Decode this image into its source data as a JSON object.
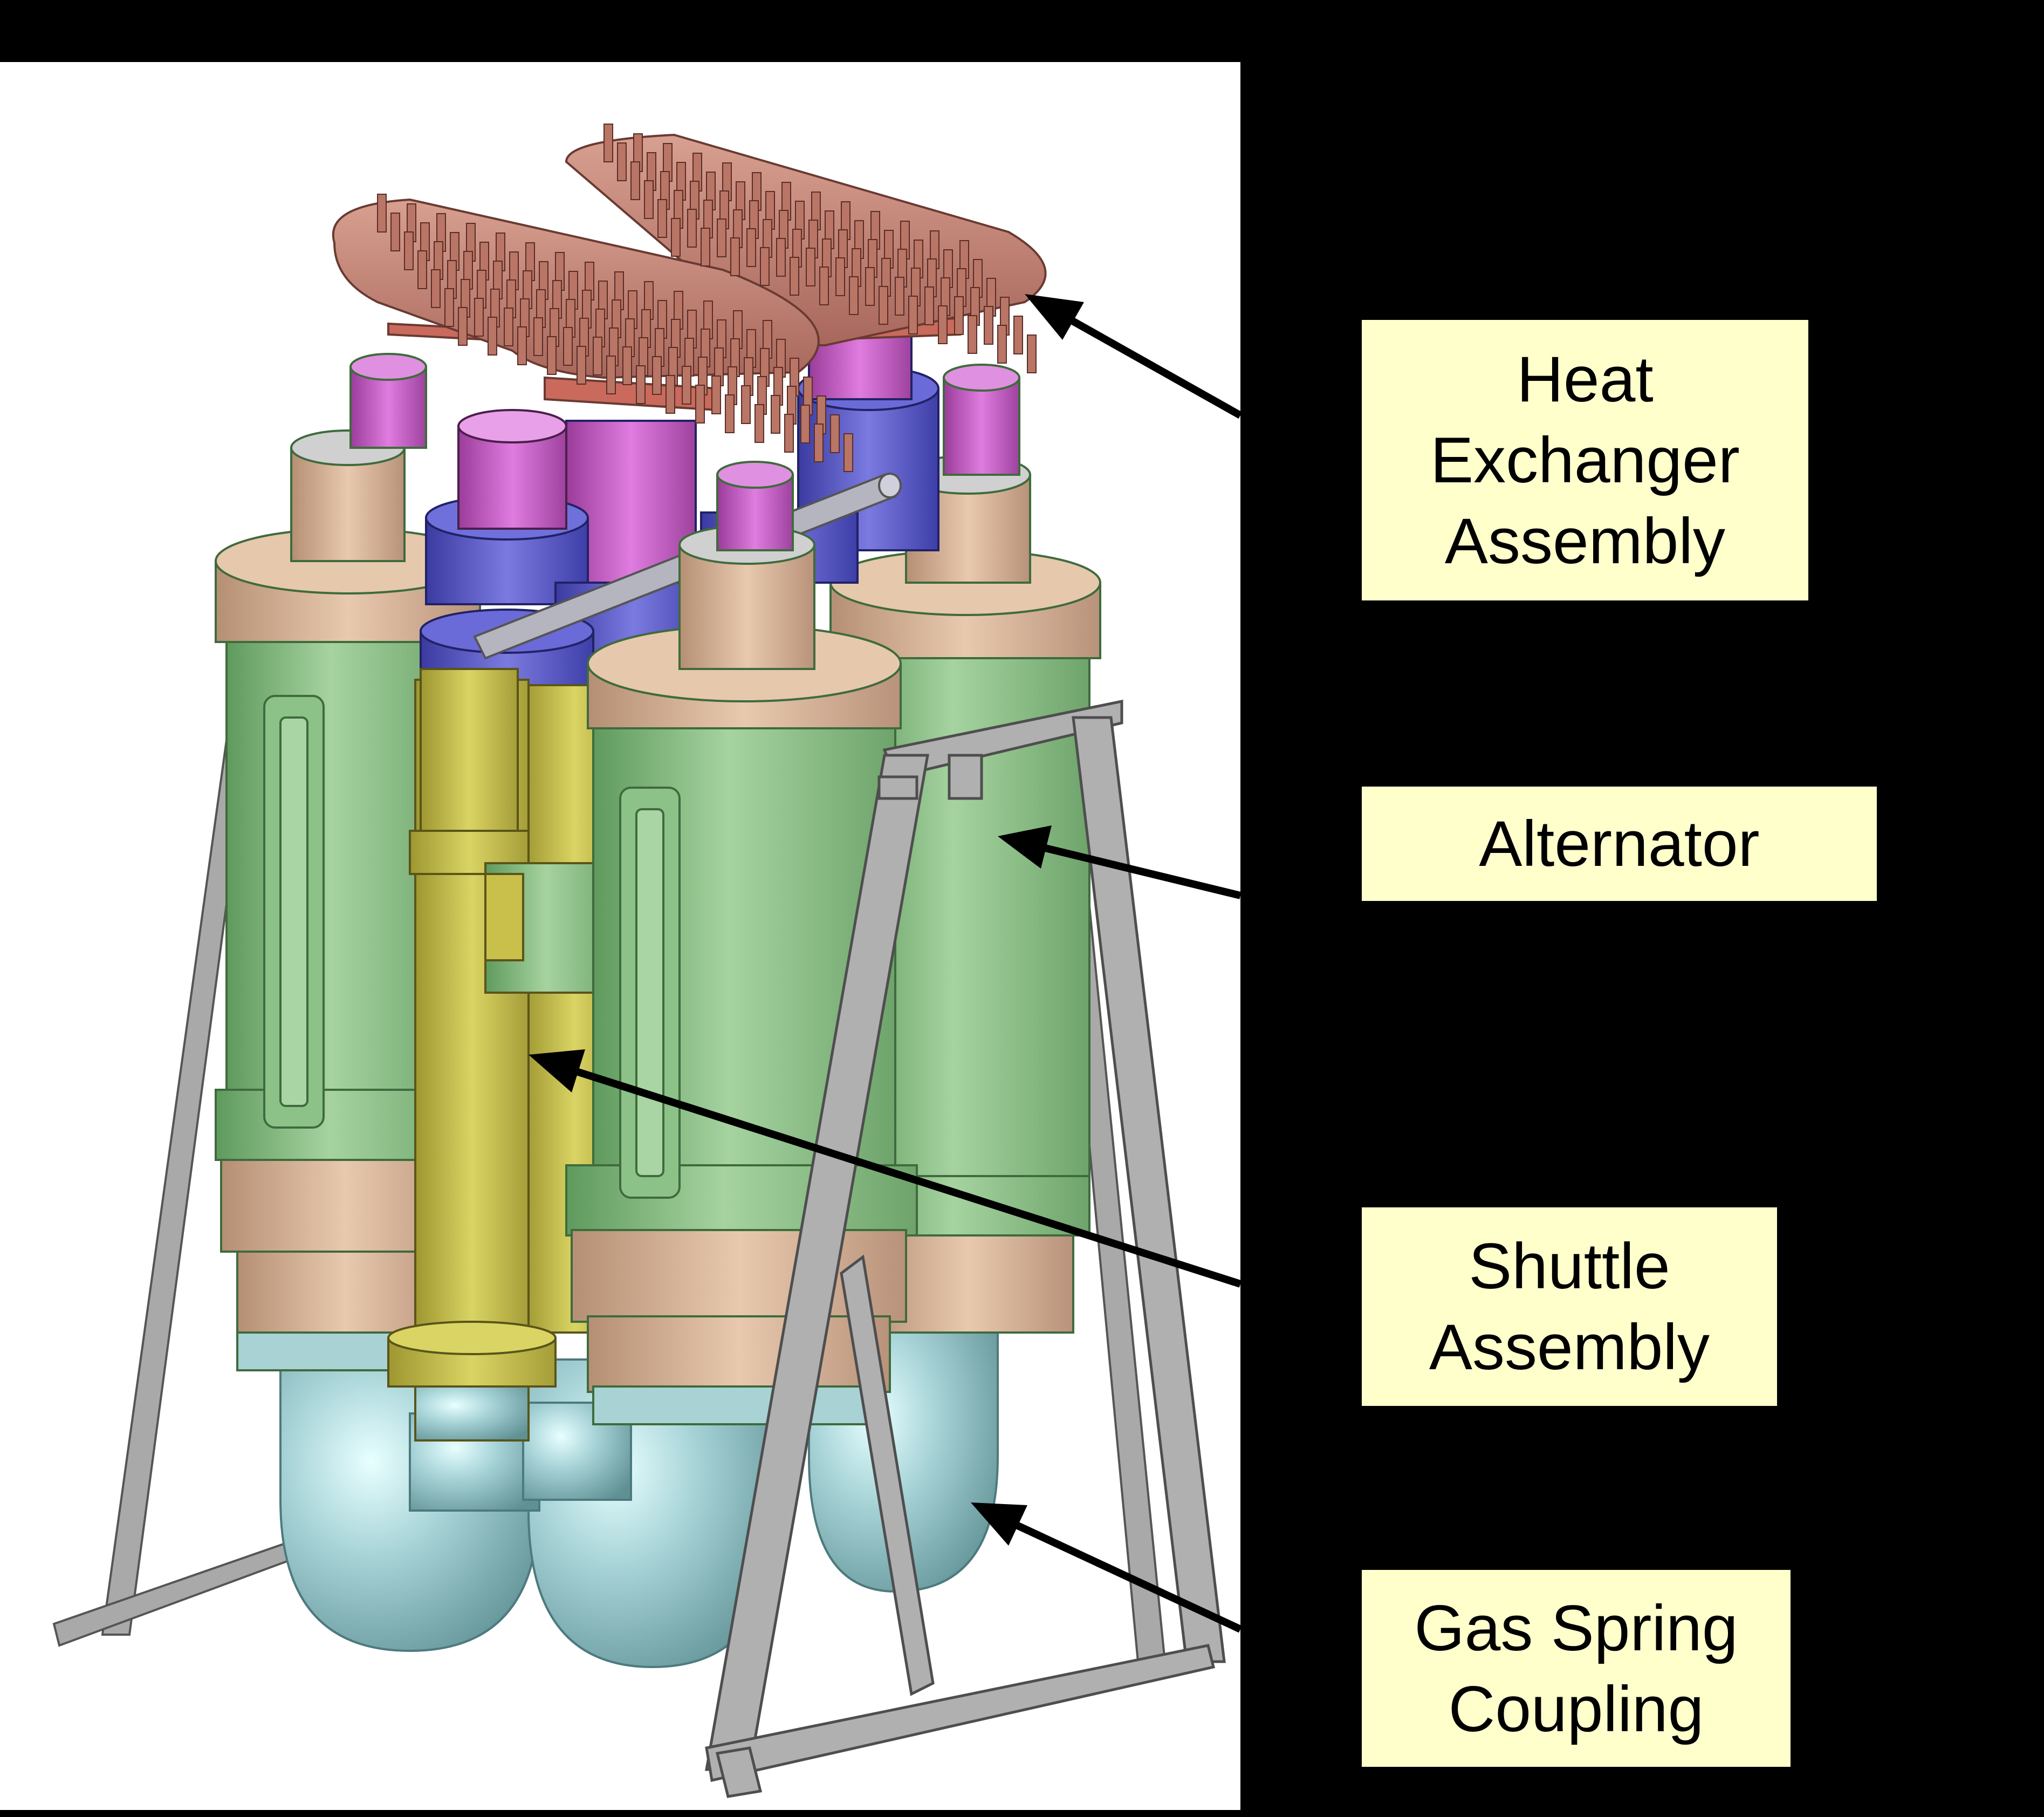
{
  "labels": {
    "heat_exchanger": "Heat\nExchanger\nAssembly",
    "alternator": "Alternator",
    "shuttle": "Shuttle\nAssembly",
    "gas_spring": "Gas Spring\nCoupling"
  },
  "colors": {
    "background": "#000000",
    "panel": "#ffffff",
    "label_fill": "#ffffcc",
    "heat_exchanger": "#c0857a",
    "heater_head": "#c060c0",
    "flange_tan": "#d9b59a",
    "alternator_green": "#8fc08a",
    "shuttle_yellow": "#c8c04a",
    "manifold_blue": "#5a5ac8",
    "gas_spring_teal": "#9cc8cc",
    "frame_gray": "#a8a8a8"
  }
}
